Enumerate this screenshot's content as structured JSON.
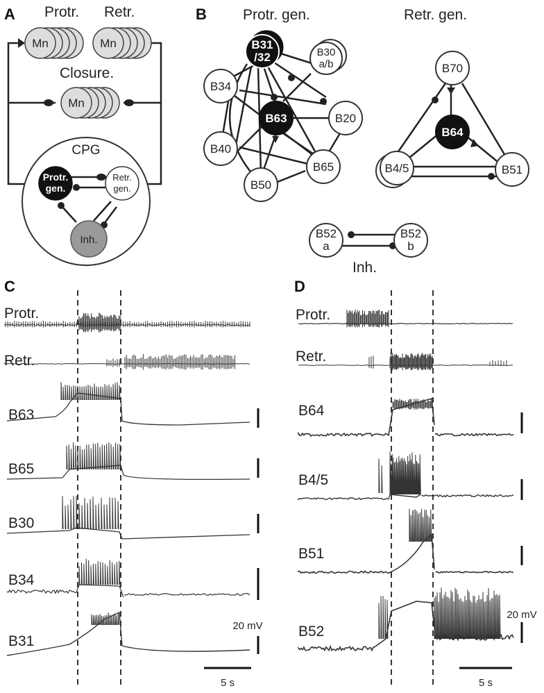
{
  "panels": {
    "a": "A",
    "b": "B",
    "c": "C",
    "d": "D"
  },
  "panel_a": {
    "protr": "Protr.",
    "retr": "Retr.",
    "mn": "Mn",
    "closure": "Closure.",
    "cpg": "CPG",
    "protr_gen_1": "Protr.",
    "protr_gen_2": "gen.",
    "retr_gen_1": "Retr.",
    "retr_gen_2": "gen.",
    "inh": "Inh."
  },
  "panel_b": {
    "protr_title": "Protr. gen.",
    "retr_title": "Retr. gen.",
    "inh_title": "Inh.",
    "b31_1": "B31",
    "b31_2": "/32",
    "b30_1": "B30",
    "b30_2": "a/b",
    "b34": "B34",
    "b63": "B63",
    "b20": "B20",
    "b40": "B40",
    "b65": "B65",
    "b50": "B50",
    "b70": "B70",
    "b64": "B64",
    "b45": "B4/5",
    "b51": "B51",
    "b52a_1": "B52",
    "b52a_2": "a",
    "b52b_1": "B52",
    "b52b_2": "b"
  },
  "panel_c": {
    "traces": [
      "Protr.",
      "Retr.",
      "B63",
      "B65",
      "B30",
      "B34",
      "B31"
    ],
    "voltage_scale": "20 mV",
    "time_scale": "5 s"
  },
  "panel_d": {
    "traces": [
      "Protr.",
      "Retr.",
      "B64",
      "B4/5",
      "B51",
      "B52"
    ],
    "voltage_scale": "20 mV",
    "time_scale": "5 s"
  }
}
